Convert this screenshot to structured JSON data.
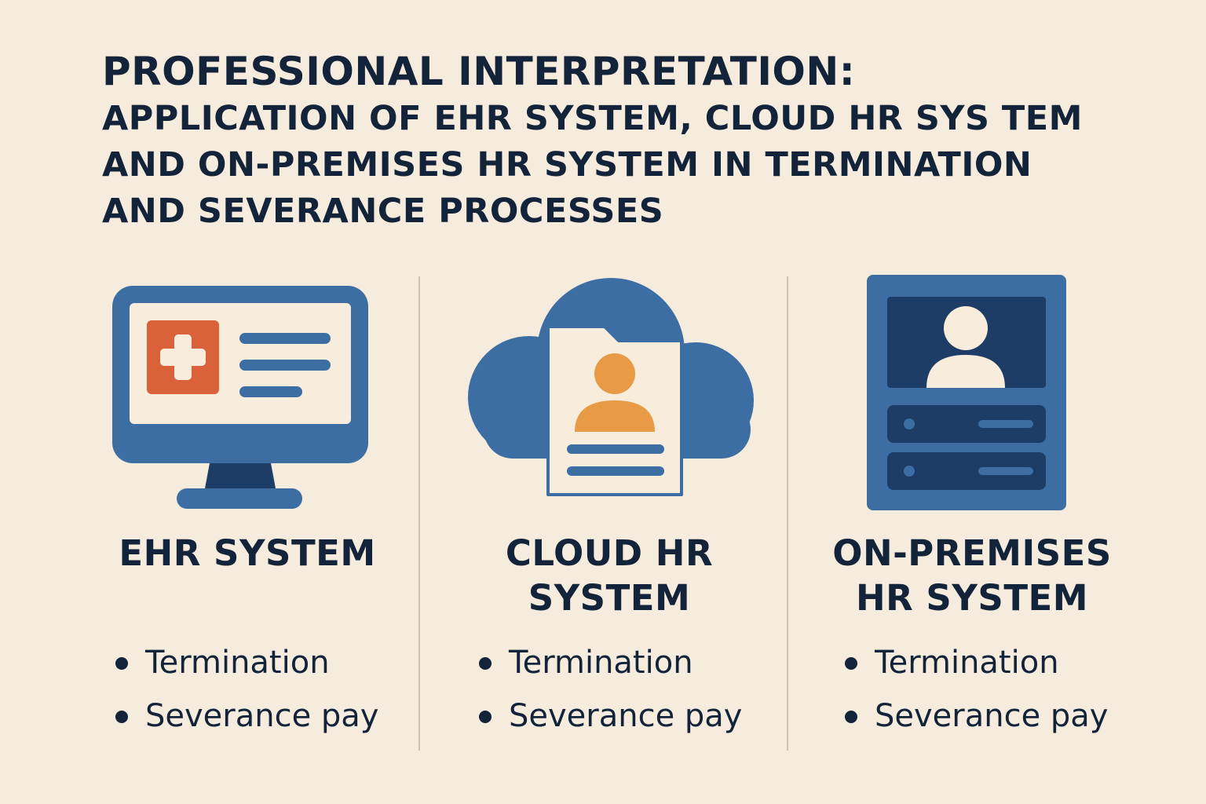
{
  "title": {
    "line1": "PROFESSIONAL INTERPRETATION:",
    "line2": "APPLICATION OF EHR SYSTEM, CLOUD HR SYS TEM",
    "line3": "AND ON-PREMISES HR SYSTEM IN TERMINATION",
    "line4": "AND SEVERANCE PROCESSES"
  },
  "columns": [
    {
      "title": "EHR SYSTEM",
      "icon": "medical-monitor-icon",
      "bullets": [
        "Termination",
        "Severance pay"
      ]
    },
    {
      "title": "CLOUD HR\nSYSTEM",
      "icon": "cloud-profile-icon",
      "bullets": [
        "Termination",
        "Severance pay"
      ]
    },
    {
      "title": "ON-PREMISES\nHR SYSTEM",
      "icon": "server-profile-icon",
      "bullets": [
        "Termination",
        "Severance pay"
      ]
    }
  ],
  "colors": {
    "background": "#f6ecdd",
    "text": "#13233a",
    "primary_blue": "#3d6ea3",
    "dark_navy": "#1e3d66",
    "accent_orange": "#d9623a",
    "accent_amber": "#e89a45",
    "panel_light": "#f8eddd"
  }
}
